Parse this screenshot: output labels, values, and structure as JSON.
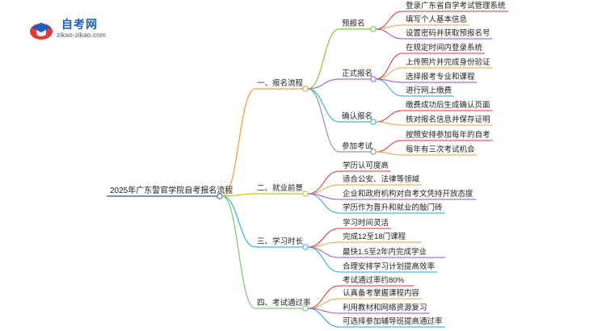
{
  "logo": {
    "name": "自考网",
    "url": "zikao-zikao.com"
  },
  "root": "2025年广东警官学院自考报名流程",
  "colors": {
    "root": "#4a6fa5",
    "branch1": "#f0a040",
    "branch2": "#c8c830",
    "branch3": "#40b8d8",
    "branch4": "#7ecb80",
    "sub_pre": "#7ecb3a",
    "sub_formal": "#b06ad8",
    "sub_confirm": "#3ec0b0",
    "sub_exam": "#8899aa",
    "leaf_red": "#e0303a",
    "leaf_orange": "#f0a040",
    "leaf_purple": "#9a4ad0",
    "leaf_blue": "#2aa0e0",
    "leaf_green": "#7ecb3a"
  },
  "branches": [
    {
      "label": "一、报名流程",
      "children": [
        {
          "label": "预报名",
          "leaves": [
            "登录广东省自学考试管理系统",
            "填写个人基本信息",
            "设置密码并获取预报名号"
          ]
        },
        {
          "label": "正式报名",
          "leaves": [
            "在规定时间内登录系统",
            "上传照片并完成身份验证",
            "选择报考专业和课程",
            "进行网上缴费"
          ]
        },
        {
          "label": "确认报名",
          "leaves": [
            "缴费成功后生成确认页面",
            "核对报名信息并保存证明"
          ]
        },
        {
          "label": "参加考试",
          "leaves": [
            "按照安排参加每年的自考",
            "每年有三次考试机会"
          ]
        }
      ]
    },
    {
      "label": "二、就业前景",
      "leaves": [
        "学历认可度高",
        "适合公安、法律等领域",
        "企业和政府机构对自考文凭持开放态度",
        "学历作为晋升和就业的敲门砖"
      ]
    },
    {
      "label": "三、学习时长",
      "leaves": [
        "学习时间灵活",
        "完成12至18门课程",
        "最快1.5至2年内完成学业",
        "合理安排学习计划提高效率"
      ]
    },
    {
      "label": "四、考试通过率",
      "leaves": [
        "考试通过率约80%",
        "认真备考掌握课程内容",
        "利用教材和网络资源复习",
        "可选择参加辅导班提高通过率"
      ]
    }
  ]
}
